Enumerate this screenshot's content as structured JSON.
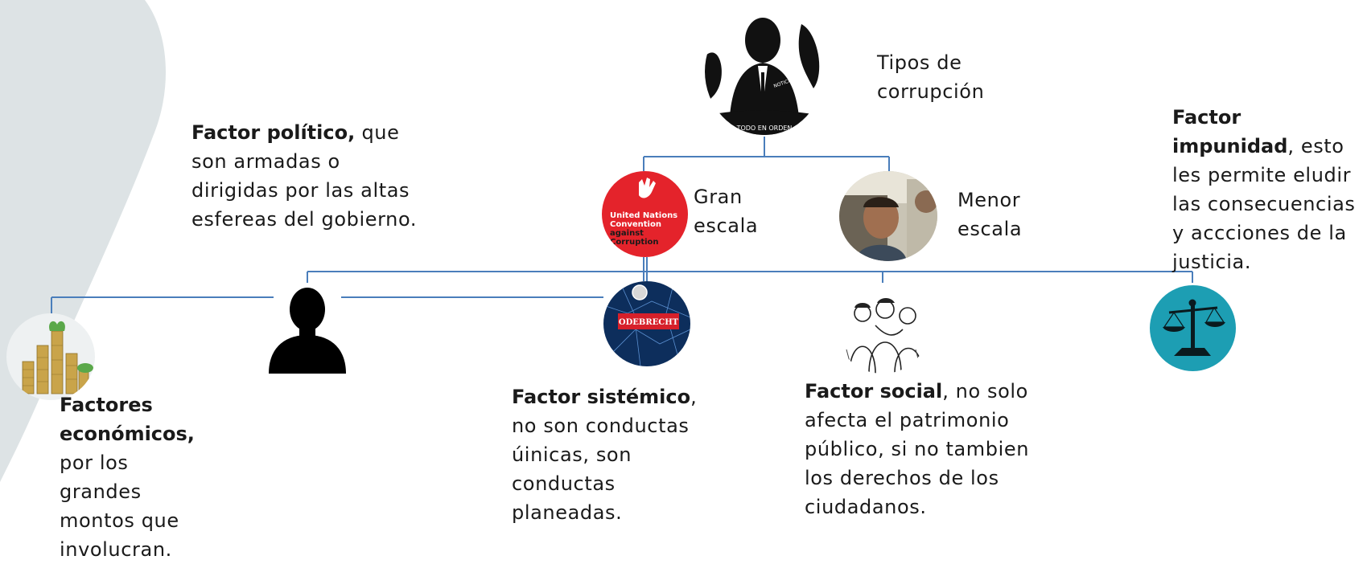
{
  "root": {
    "title": "Tipos de corrupción",
    "seal_text": "TODO EN ORDEN",
    "poster_text": "NOTICIA"
  },
  "types": [
    {
      "label": "Gran escala",
      "poster": {
        "line1": "United Nations",
        "line2": "Convention",
        "line3": "against",
        "line4": "Corruption"
      }
    },
    {
      "label": "Menor escala"
    }
  ],
  "factors": {
    "politico": {
      "title": "Factor político,",
      "text": " que son armadas o dirigidas por las altas esfereas del gobierno."
    },
    "economicos": {
      "title": "Factores económicos,",
      "text": " por los grandes montos que involucran."
    },
    "sistemico": {
      "title": "Factor sistémico",
      "text": ", no son conductas úinicas, son conductas planeadas.",
      "logo_text": "ODEBRECHT"
    },
    "social": {
      "title": "Factor social",
      "text": ", no solo afecta el patrimonio público, si no tambien los derechos de los ciudadanos."
    },
    "impunidad": {
      "title": "Factor impunidad",
      "text": ", esto les permite eludir las consecuencias y accciones de la justicia."
    }
  },
  "colors": {
    "connector": "#4a7ebb",
    "backdrop": "#dde3e5",
    "un_red": "#e4232b",
    "justice_teal": "#1d9eb3",
    "odebrecht_blue": "#0d2e5c"
  },
  "icons": [
    "coins-icon",
    "person-silhouette-icon",
    "scales-of-justice-icon"
  ]
}
